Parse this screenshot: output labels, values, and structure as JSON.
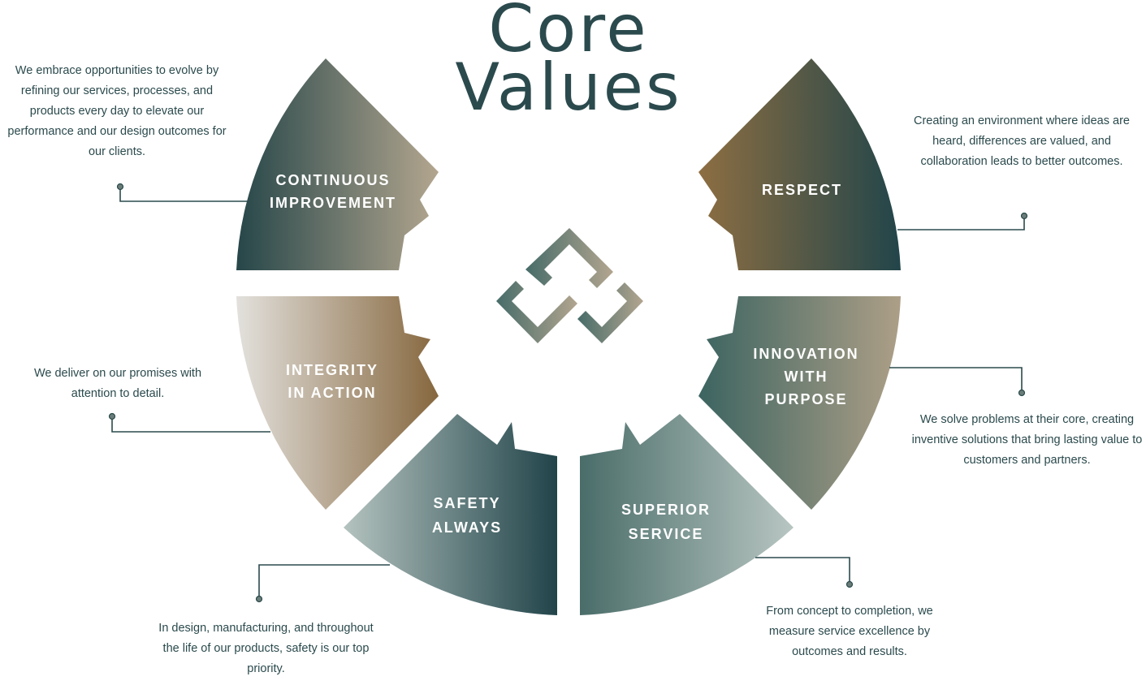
{
  "title": {
    "line1": "Core",
    "line2": "Values"
  },
  "values": [
    {
      "id": "continuous-improvement",
      "label1": "CONTINUOUS",
      "label2": "IMPROVEMENT",
      "description": "We embrace opportunities to evolve by refining our services, processes, and products every day to elevate our performance and our design outcomes for our clients."
    },
    {
      "id": "respect",
      "label1": "RESPECT",
      "label2": "",
      "description": "Creating an environment where ideas are heard, differences are valued, and collaboration leads to better outcomes."
    },
    {
      "id": "integrity-in-action",
      "label1": "INTEGRITY",
      "label2": "IN ACTION",
      "description": "We deliver on our promises with attention to detail."
    },
    {
      "id": "innovation-with-purpose",
      "label1": "INNOVATION",
      "label2": "WITH",
      "label3": "PURPOSE",
      "description": "We solve problems at their core, creating inventive solutions that bring lasting value to customers and partners."
    },
    {
      "id": "safety-always",
      "label1": "SAFETY",
      "label2": "ALWAYS",
      "description": "In design, manufacturing, and throughout the life of our products, safety is our top priority."
    },
    {
      "id": "superior-service",
      "label1": "SUPERIOR",
      "label2": "SERVICE",
      "description": "From concept to completion, we measure service excellence by outcomes and results."
    }
  ],
  "colors": {
    "primary": "#2b4a4d",
    "tan": "#b0a38f",
    "brown": "#8a6a42",
    "teal": "#4a6e6a"
  }
}
